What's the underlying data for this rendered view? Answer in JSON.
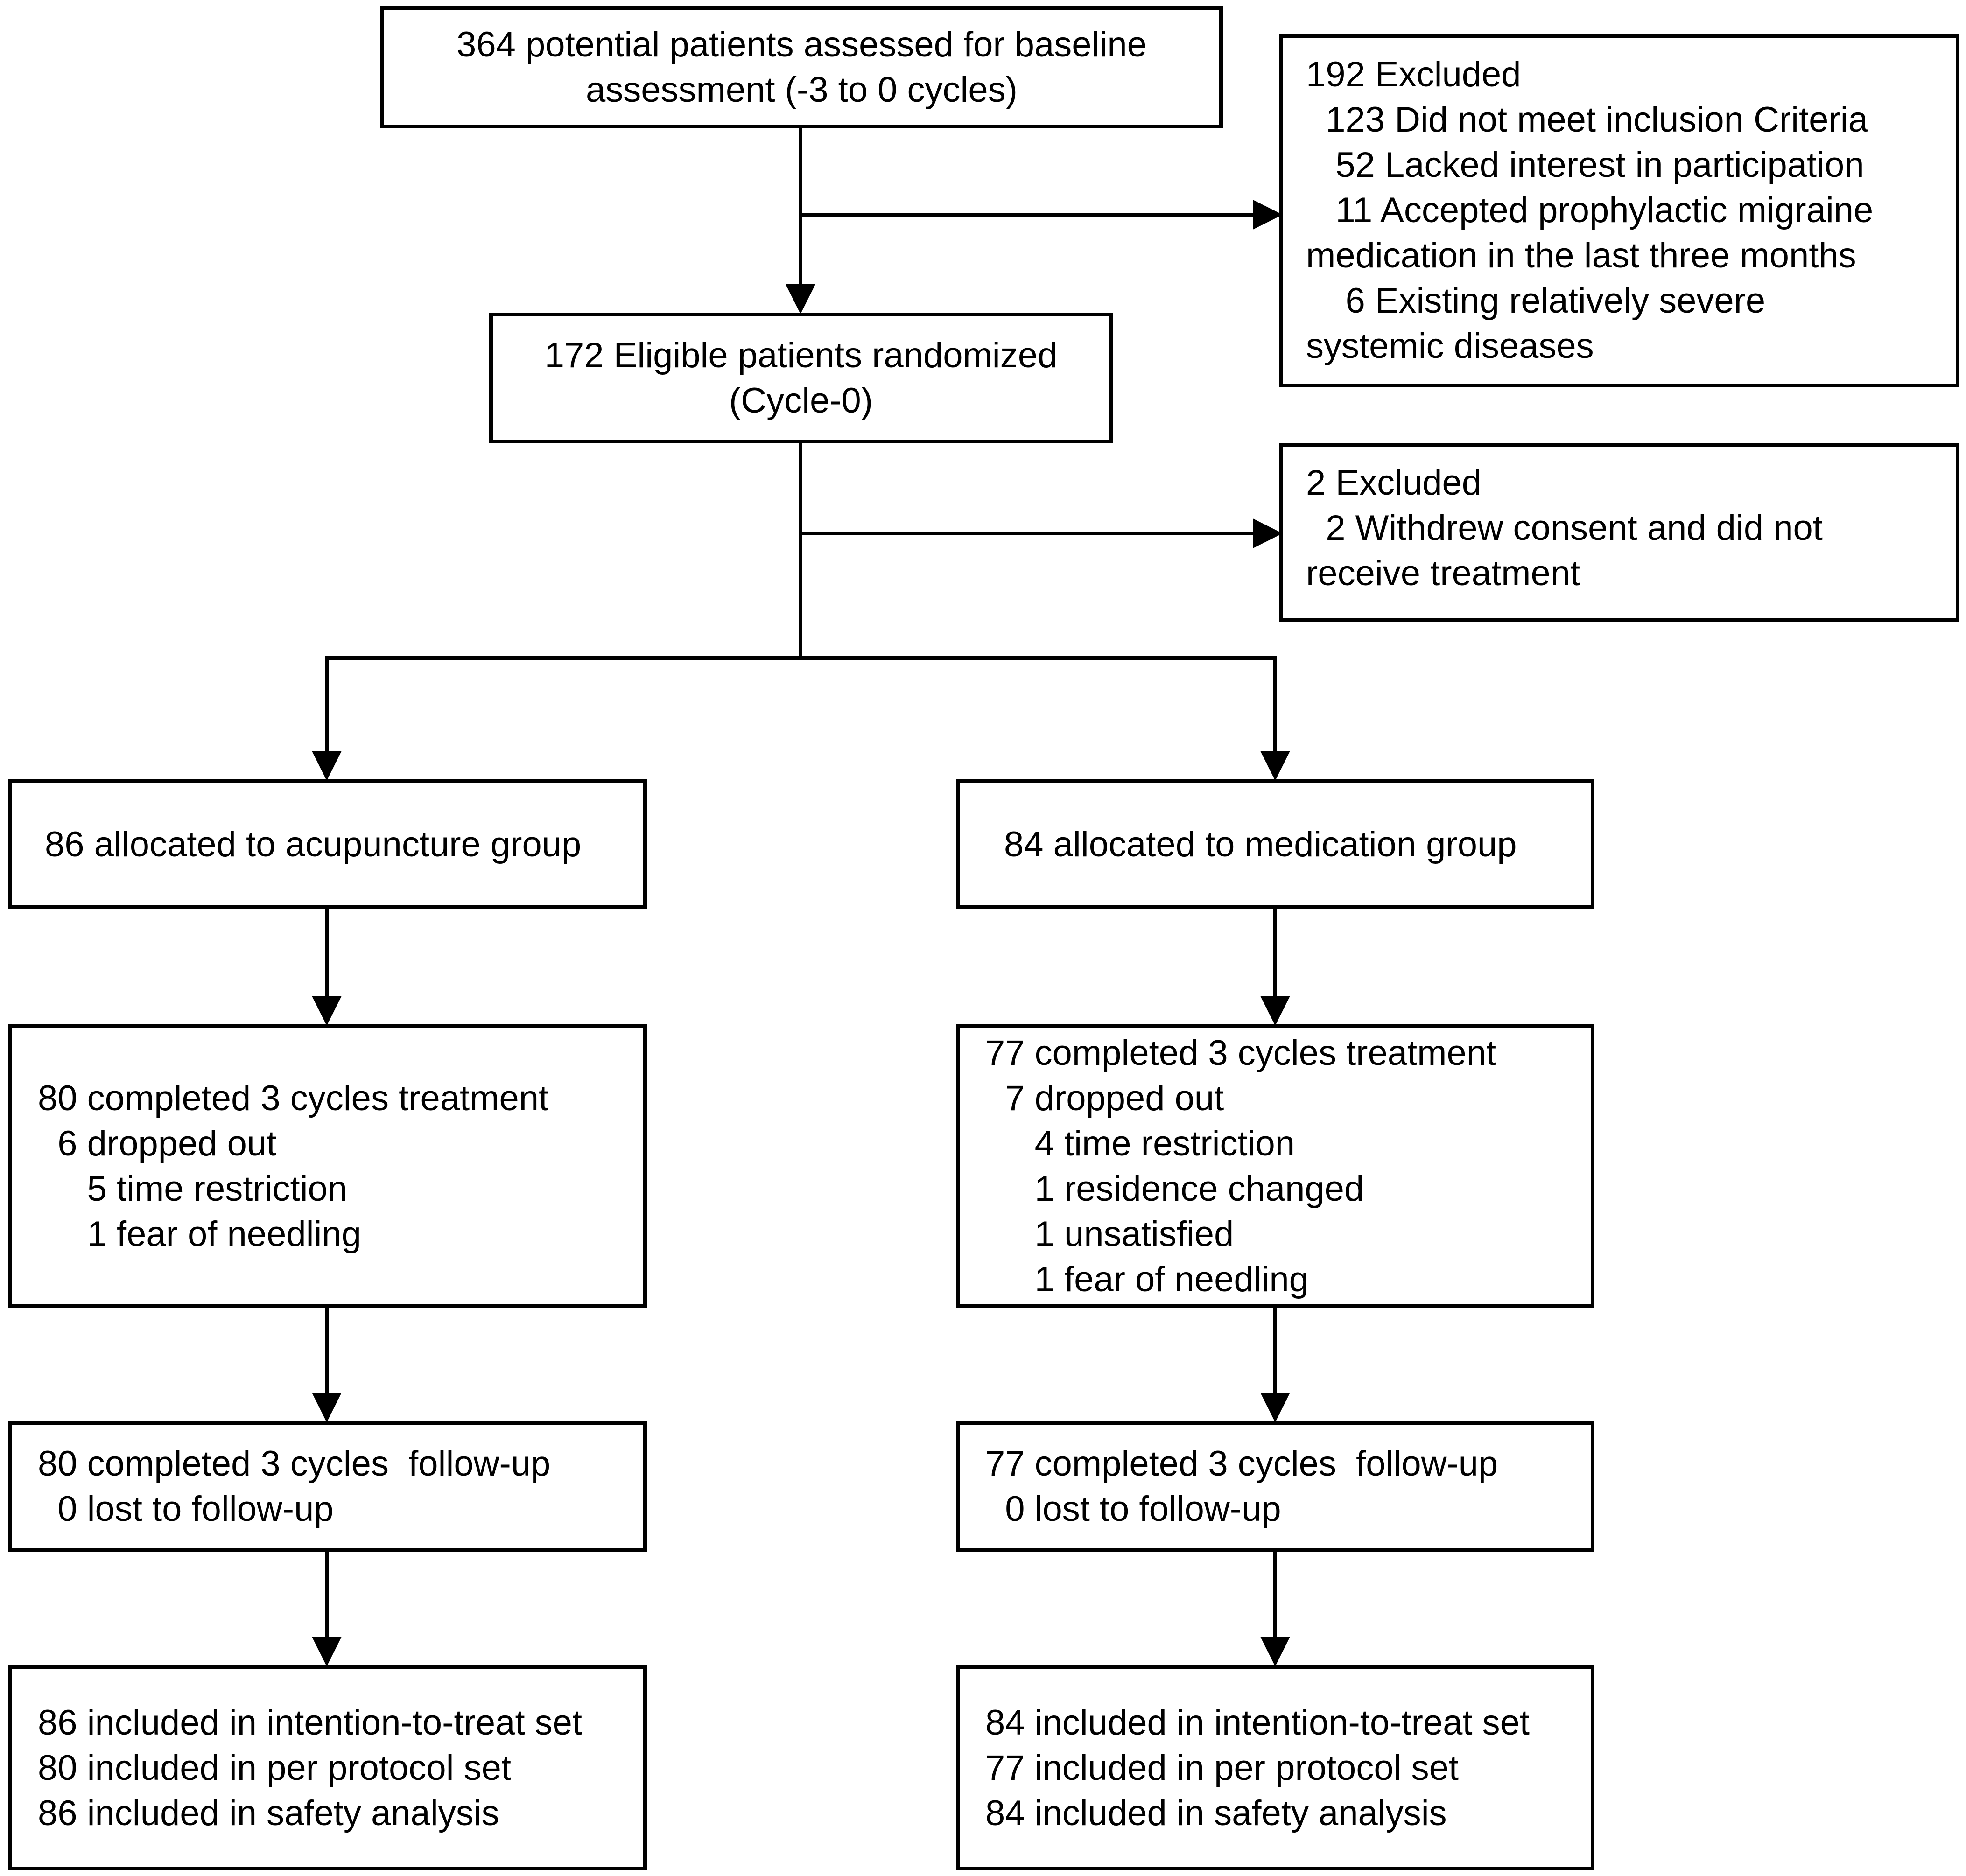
{
  "screening": {
    "lines": [
      "364 potential patients assessed for baseline",
      "assessment (-3 to 0 cycles)"
    ]
  },
  "excluded_screening": {
    "lines": [
      "192 Excluded",
      "  123 Did not meet inclusion Criteria",
      "   52 Lacked interest in participation",
      "   11 Accepted prophylactic migraine",
      "medication in the last three months",
      "    6 Existing relatively severe",
      "systemic diseases"
    ]
  },
  "randomized": {
    "lines": [
      "172 Eligible patients randomized",
      "(Cycle-0)"
    ]
  },
  "excluded_randomized": {
    "lines": [
      "2 Excluded",
      "  2 Withdrew consent and did not",
      "receive treatment"
    ]
  },
  "acupuncture": {
    "allocation": "86 allocated to acupuncture group",
    "treatment": [
      "80 completed 3 cycles treatment",
      "  6 dropped out",
      "     5 time restriction",
      "     1 fear of needling"
    ],
    "followup": [
      "80 completed 3 cycles  follow-up",
      "  0 lost to follow-up"
    ],
    "analysis": [
      "86 included in intention-to-treat set",
      "80 included in per protocol set",
      "86 included in safety analysis"
    ]
  },
  "medication": {
    "allocation": "84 allocated to medication group",
    "treatment": [
      "77 completed 3 cycles treatment",
      "  7 dropped out",
      "     4 time restriction",
      "     1 residence changed",
      "     1 unsatisfied",
      "     1 fear of needling"
    ],
    "followup": [
      "77 completed 3 cycles  follow-up",
      "  0 lost to follow-up"
    ],
    "analysis": [
      "84 included in intention-to-treat set",
      "77 included in per protocol set",
      "84 included in safety analysis"
    ]
  }
}
